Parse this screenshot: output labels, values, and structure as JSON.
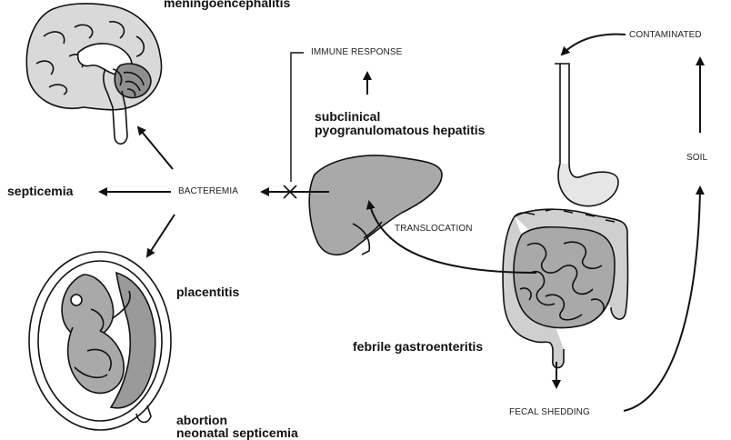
{
  "labels": {
    "meningoencephalitis": "meningoencephalitis",
    "immune_response": "IMMUNE RESPONSE",
    "contaminated": "CONTAMINATED",
    "subclinical_line1": "subclinical",
    "subclinical_line2": "pyogranulomatous hepatitis",
    "septicemia": "septicemia",
    "bacteremia": "BACTEREMIA",
    "soil": "SOIL",
    "translocation": "TRANSLOCATION",
    "placentitis": "placentitis",
    "febrile_gastroenteritis": "febrile gastroenteritis",
    "fecal_shedding": "FECAL SHEDDING",
    "abortion_line1": "abortion",
    "abortion_line2": "neonatal septicemia"
  },
  "colors": {
    "ink": "#111111",
    "organ_fill": "#a9a9a9",
    "light_fill": "#d9d9d9"
  }
}
